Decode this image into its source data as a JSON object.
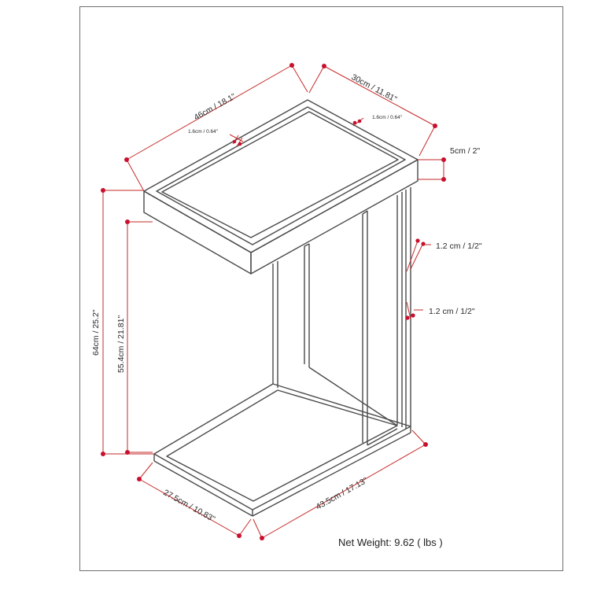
{
  "diagram": {
    "product": "c-shaped side table with removable tray",
    "colors": {
      "object_lines": "#4a4a4a",
      "dimension_lines": "#c62a2a",
      "dimension_dots": "#c8102e",
      "frame": "#6e6e6e"
    },
    "dimensions": {
      "tray_width": "46cm / 18.1\"",
      "tray_depth": "30cm / 11.81\"",
      "tray_lip_left": "1.6cm / 0.64\"",
      "tray_lip_right": "1.6cm / 0.64\"",
      "tray_height": "5cm / 2\"",
      "tube_upper": "1.2 cm / 1/2\"",
      "tube_lower": "1.2 cm / 1/2\"",
      "overall_height": "64cm / 25.2\"",
      "clearance_height": "55.4cm / 21.81\"",
      "base_depth": "27.5cm / 10.83\"",
      "base_width": "43.5cm / 17.13\""
    },
    "net_weight": "Net Weight: 9.62 ( lbs )"
  }
}
